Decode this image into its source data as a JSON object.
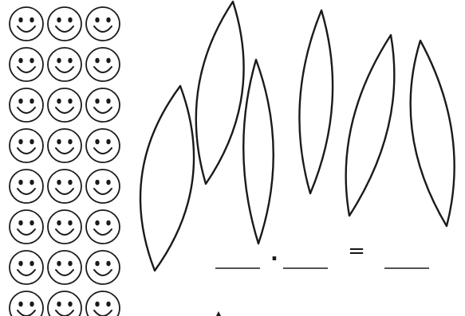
{
  "worksheet": {
    "smiley_grid": {
      "rows": 8,
      "columns": 3,
      "count": 24
    },
    "leaves": {
      "count": 6
    },
    "equation": {
      "operator": "·",
      "equals": "="
    },
    "colors": {
      "ink": "#1a1a1a",
      "background": "#ffffff"
    }
  }
}
